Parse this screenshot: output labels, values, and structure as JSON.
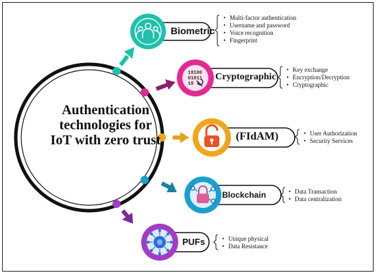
{
  "hub": {
    "title_lines": [
      "Authentication",
      "technologies for",
      "IoT with zero trust"
    ]
  },
  "methods": [
    {
      "label": "Biometric",
      "icon": "users-icon",
      "color": "#1ec1a9",
      "items": [
        "Multi-factor authentication",
        "Username and password",
        "Voice recognition",
        "Fingerprint"
      ]
    },
    {
      "label": "Cryptographic",
      "icon": "binary-code-icon",
      "color": "#e22b8f",
      "items": [
        "Key exchange",
        "Encryption/Decryption",
        "Cryptographic"
      ]
    },
    {
      "label": "(FIdAM)",
      "icon": "open-padlock-icon",
      "color": "#f0a61c",
      "items": [
        "User Authorization",
        "Security Services"
      ]
    },
    {
      "label": "Blockchain",
      "icon": "blockchain-lock-icon",
      "color": "#1b9fcf",
      "items": [
        "Data Transaction",
        "Data centralization"
      ]
    },
    {
      "label": "PUFs",
      "icon": "chip-network-icon",
      "color": "#a33cc4",
      "items": [
        "Unique physical",
        "Data Resistance"
      ]
    }
  ]
}
